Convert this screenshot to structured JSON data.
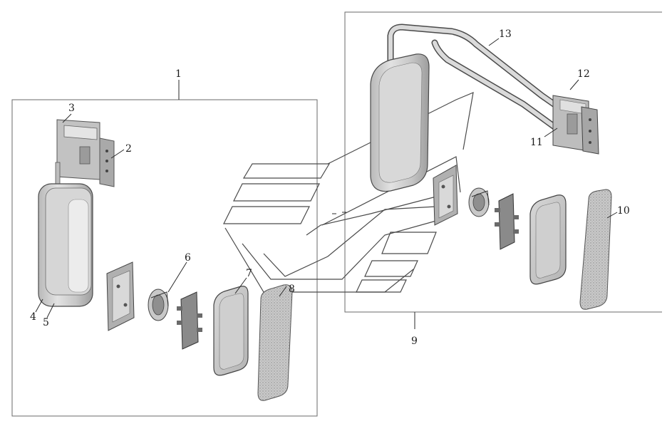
{
  "diagram": {
    "groups": {
      "left_assembly": "1",
      "right_assembly": "9"
    },
    "callouts": [
      "1",
      "2",
      "3",
      "4",
      "5",
      "6",
      "7",
      "8",
      "9",
      "10",
      "11",
      "12",
      "13"
    ]
  },
  "colors": {
    "line": "#2a2a2a",
    "frame": "#6a6a6a",
    "part_fill": "#cfcfcf",
    "part_dark": "#9a9a9a"
  }
}
